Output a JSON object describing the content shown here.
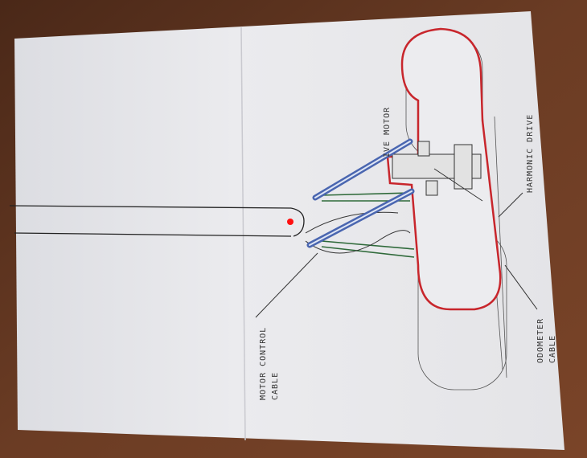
{
  "labels": {
    "drive_motor": "IVE MOTOR",
    "harmonic_drive": "HARMONIC DRIVE",
    "motor_control_line1": "MOTOR CONTROL",
    "motor_control_line2": "CABLE",
    "odometer_line1": "ODOMETER",
    "odometer_line2": "CABLE"
  },
  "colors": {
    "wood": "#5a3220",
    "paper": "#e9e9ec",
    "outline_red": "#c8262c",
    "arm_blue": "#4a66b0",
    "wire_green": "#2f6a3a",
    "marker_red": "#ff1010"
  }
}
